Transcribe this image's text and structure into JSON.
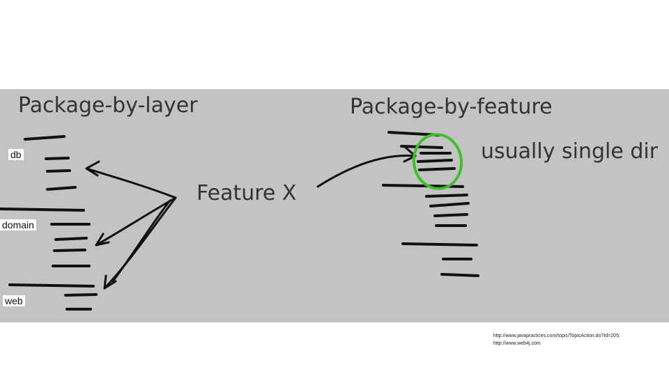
{
  "diagram": {
    "left_title": "Package-by-layer",
    "right_title": "Package-by-feature",
    "center_label": "Feature X",
    "note": "usually single dir",
    "layers": [
      "db",
      "domain",
      "web"
    ]
  },
  "caption": {
    "line1": "http://www.javapractices.com/topic/TopicAction.do?Id=205,",
    "line2": "http://www.web4j.com"
  },
  "colors": {
    "background": "#c3c3c3",
    "ink": "#111111",
    "title_ink": "#333333",
    "highlight": "#3fbf2c"
  }
}
